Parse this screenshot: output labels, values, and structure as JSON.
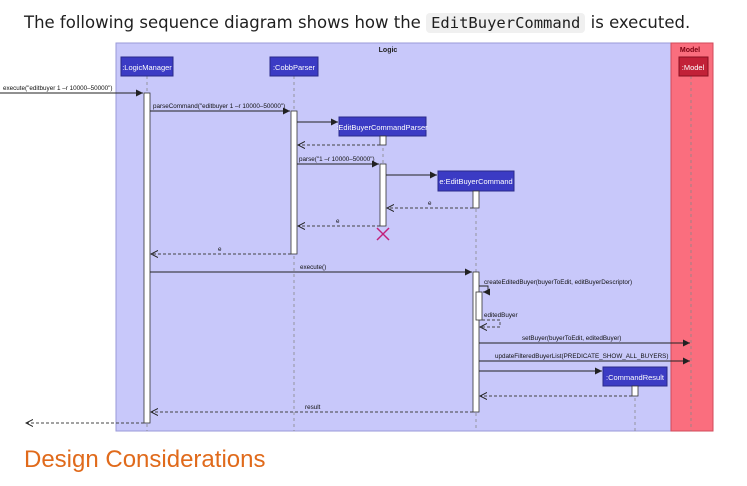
{
  "intro": {
    "prefix": "The following sequence diagram shows how the",
    "code": "EditBuyerCommand",
    "suffix": "is executed."
  },
  "diagram": {
    "logic_title": "Logic",
    "model_title": "Model",
    "participants": {
      "logic_manager": ":LogicManager",
      "cobb_parser": ":CobbParser",
      "edit_buyer_command_parser": ":EditBuyerCommandParser",
      "edit_buyer_command": "e:EditBuyerCommand",
      "command_result": ":CommandResult",
      "model": ":Model"
    },
    "messages": {
      "execute_input": "execute(\"editbuyer 1 –r 10000–50000\")",
      "parse_command": "parseCommand(\"editbuyer 1 –r 10000–50000\")",
      "parse": "parse(\"1 –r 10000–50000\")",
      "return_e_1": "e",
      "return_e_2": "e",
      "return_e_3": "e",
      "execute": "execute()",
      "create_edited_buyer": "createEditedBuyer(buyerToEdit, editBuyerDescriptor)",
      "edited_buyer": "editedBuyer",
      "set_buyer": "setBuyer(buyerToEdit, editedBuyer)",
      "update_filtered": "updateFilteredBuyerList(PREDICATE_SHOW_ALL_BUYERS)",
      "result": "result"
    },
    "colors": {
      "logic_bg": "#c8c8fa",
      "model_bg": "#fa6e7e",
      "model_dark": "#c22138",
      "participant_bg": "#3b3bc4",
      "destroy": "#c2207a"
    }
  },
  "heading": "Design Considerations"
}
